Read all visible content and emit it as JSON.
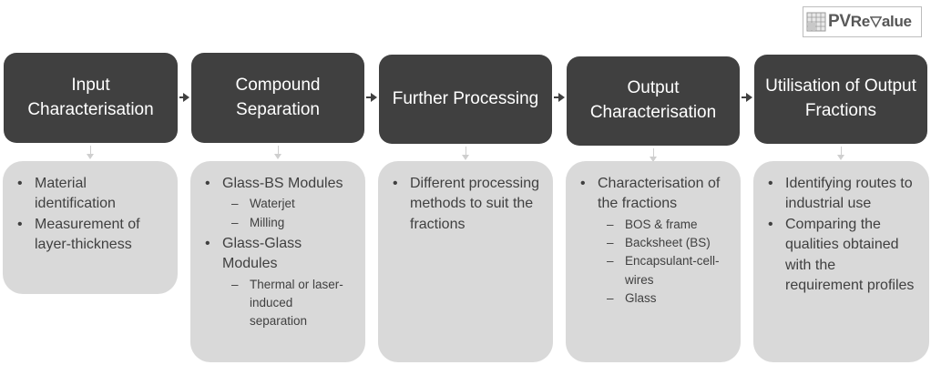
{
  "logo": {
    "prefix": "PV",
    "middle": "Re",
    "suffix": "alue"
  },
  "steps": [
    {
      "title": "Input Characterisation",
      "items": [
        {
          "text": "Material identification",
          "sub": []
        },
        {
          "text": "Measurement of layer-thickness",
          "sub": []
        }
      ]
    },
    {
      "title": "Compound Separation",
      "items": [
        {
          "text": "Glass-BS Modules",
          "sub": [
            "Waterjet",
            "Milling"
          ]
        },
        {
          "text": "Glass-Glass Modules",
          "sub": [
            "Thermal or laser-induced separation"
          ]
        }
      ]
    },
    {
      "title": "Further Processing",
      "items": [
        {
          "text": "Different processing methods to suit the fractions",
          "sub": []
        }
      ]
    },
    {
      "title": "Output Characterisation",
      "items": [
        {
          "text": "Characterisation of the fractions",
          "sub": [
            "BOS & frame",
            "Backsheet (BS)",
            "Encapsulant-cell-wires",
            "Glass"
          ]
        }
      ]
    },
    {
      "title": "Utilisation of Output Fractions",
      "items": [
        {
          "text": "Identifying routes to industrial use",
          "sub": []
        },
        {
          "text": "Comparing the qualities obtained with the requirement profiles",
          "sub": []
        }
      ]
    }
  ],
  "colors": {
    "header_bg": "#404040",
    "box_bg": "#d9d9d9",
    "header_text": "#ffffff",
    "body_text": "#404040"
  }
}
